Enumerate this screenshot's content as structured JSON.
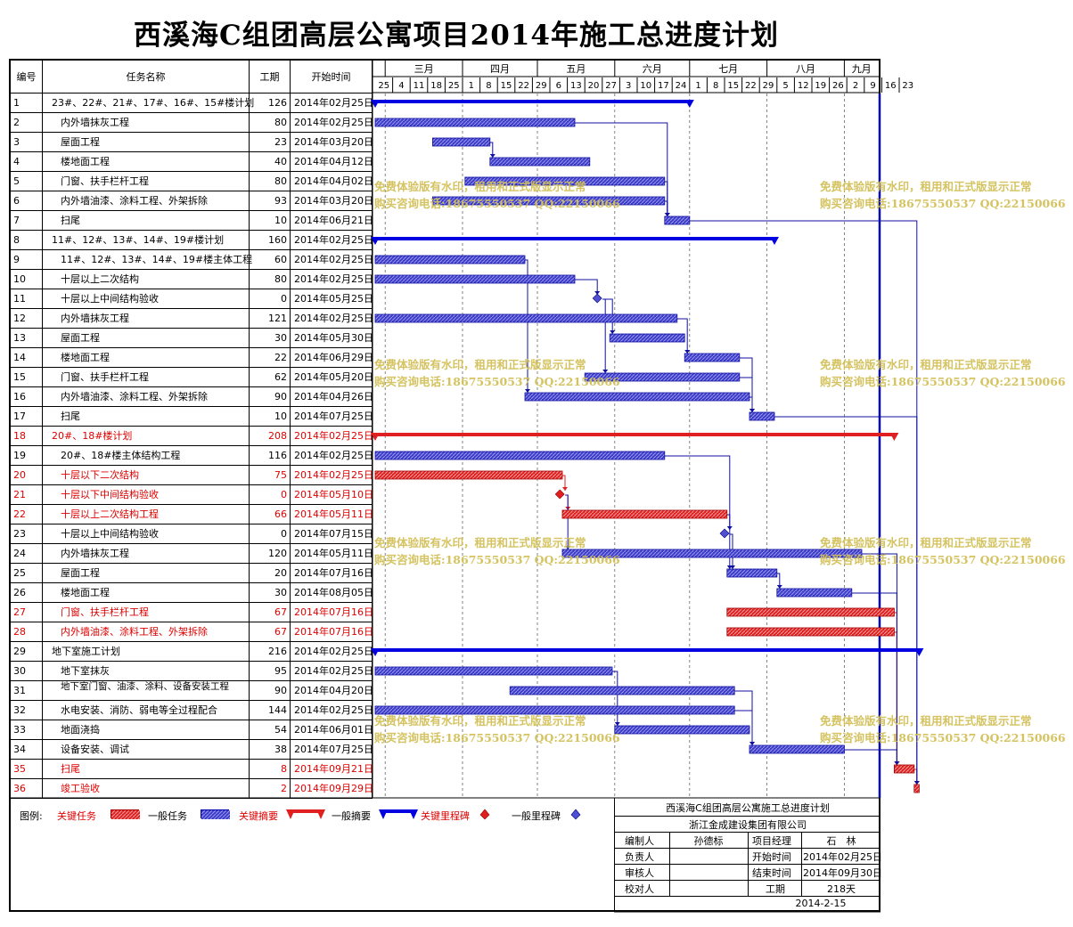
{
  "title": "西溪海C组团高层公寓项目2014年施工总进度计划",
  "header": {
    "id": "编号",
    "name": "任务名称",
    "duration": "工期",
    "start": "开始时间"
  },
  "months": [
    "三月",
    "四月",
    "五月",
    "六月",
    "七月",
    "八月",
    "九月"
  ],
  "days": [
    "25",
    "4",
    "11",
    "18",
    "25",
    "1",
    "8",
    "15",
    "22",
    "29",
    "6",
    "13",
    "20",
    "27",
    "3",
    "10",
    "17",
    "24",
    "1",
    "8",
    "15",
    "22",
    "29",
    "5",
    "12",
    "19",
    "26",
    "2",
    "9",
    "16",
    "23"
  ],
  "rows": [
    {
      "id": "1",
      "name": "23#、22#、21#、17#、16#、15#楼计划",
      "duration": "126",
      "start": "2014年02月25日",
      "indent": 0,
      "red": false
    },
    {
      "id": "2",
      "name": "内外墙抹灰工程",
      "duration": "80",
      "start": "2014年02月25日",
      "indent": 1,
      "red": false
    },
    {
      "id": "3",
      "name": "屋面工程",
      "duration": "23",
      "start": "2014年03月20日",
      "indent": 1,
      "red": false
    },
    {
      "id": "4",
      "name": "楼地面工程",
      "duration": "40",
      "start": "2014年04月12日",
      "indent": 1,
      "red": false
    },
    {
      "id": "5",
      "name": "门窗、扶手栏杆工程",
      "duration": "80",
      "start": "2014年04月02日",
      "indent": 1,
      "red": false
    },
    {
      "id": "6",
      "name": "内外墙油漆、涂料工程、外架拆除",
      "duration": "93",
      "start": "2014年03月20日",
      "indent": 1,
      "red": false
    },
    {
      "id": "7",
      "name": "扫尾",
      "duration": "10",
      "start": "2014年06月21日",
      "indent": 1,
      "red": false
    },
    {
      "id": "8",
      "name": "11#、12#、13#、14#、19#楼计划",
      "duration": "160",
      "start": "2014年02月25日",
      "indent": 0,
      "red": false
    },
    {
      "id": "9",
      "name": "11#、12#、13#、14#、19#楼主体工程",
      "duration": "60",
      "start": "2014年02月25日",
      "indent": 1,
      "red": false
    },
    {
      "id": "10",
      "name": "十层以上二次结构",
      "duration": "80",
      "start": "2014年02月25日",
      "indent": 1,
      "red": false
    },
    {
      "id": "11",
      "name": "十层以上中间结构验收",
      "duration": "0",
      "start": "2014年05月25日",
      "indent": 1,
      "red": false
    },
    {
      "id": "12",
      "name": "内外墙抹灰工程",
      "duration": "121",
      "start": "2014年02月25日",
      "indent": 1,
      "red": false
    },
    {
      "id": "13",
      "name": "屋面工程",
      "duration": "30",
      "start": "2014年05月30日",
      "indent": 1,
      "red": false
    },
    {
      "id": "14",
      "name": "楼地面工程",
      "duration": "22",
      "start": "2014年06月29日",
      "indent": 1,
      "red": false
    },
    {
      "id": "15",
      "name": "门窗、扶手栏杆工程",
      "duration": "62",
      "start": "2014年05月20日",
      "indent": 1,
      "red": false
    },
    {
      "id": "16",
      "name": "内外墙油漆、涂料工程、外架拆除",
      "duration": "90",
      "start": "2014年04月26日",
      "indent": 1,
      "red": false
    },
    {
      "id": "17",
      "name": "扫尾",
      "duration": "10",
      "start": "2014年07月25日",
      "indent": 1,
      "red": false
    },
    {
      "id": "18",
      "name": "20#、18#楼计划",
      "duration": "208",
      "start": "2014年02月25日",
      "indent": 0,
      "red": true
    },
    {
      "id": "19",
      "name": "20#、18#楼主体结构工程",
      "duration": "116",
      "start": "2014年02月25日",
      "indent": 1,
      "red": false
    },
    {
      "id": "20",
      "name": "十层以下二次结构",
      "duration": "75",
      "start": "2014年02月25日",
      "indent": 1,
      "red": true
    },
    {
      "id": "21",
      "name": "十层以下中间结构验收",
      "duration": "0",
      "start": "2014年05月10日",
      "indent": 1,
      "red": true
    },
    {
      "id": "22",
      "name": "十层以上二次结构工程",
      "duration": "66",
      "start": "2014年05月11日",
      "indent": 1,
      "red": true
    },
    {
      "id": "23",
      "name": "十层以上中间结构验收",
      "duration": "0",
      "start": "2014年07月15日",
      "indent": 1,
      "red": false
    },
    {
      "id": "24",
      "name": "内外墙抹灰工程",
      "duration": "120",
      "start": "2014年05月11日",
      "indent": 1,
      "red": false
    },
    {
      "id": "25",
      "name": "屋面工程",
      "duration": "20",
      "start": "2014年07月16日",
      "indent": 1,
      "red": false
    },
    {
      "id": "26",
      "name": "楼地面工程",
      "duration": "30",
      "start": "2014年08月05日",
      "indent": 1,
      "red": false
    },
    {
      "id": "27",
      "name": "门窗、扶手栏杆工程",
      "duration": "67",
      "start": "2014年07月16日",
      "indent": 1,
      "red": true
    },
    {
      "id": "28",
      "name": "内外墙油漆、涂料工程、外架拆除",
      "duration": "67",
      "start": "2014年07月16日",
      "indent": 1,
      "red": true
    },
    {
      "id": "29",
      "name": "地下室施工计划",
      "duration": "216",
      "start": "2014年02月25日",
      "indent": 0,
      "red": false
    },
    {
      "id": "30",
      "name": "地下室抹灰",
      "duration": "95",
      "start": "2014年02月25日",
      "indent": 1,
      "red": false
    },
    {
      "id": "31",
      "name": "地下室门窗、油漆、涂料、设备安装工程",
      "duration": "90",
      "start": "2014年04月20日",
      "indent": 1,
      "red": false,
      "twoLine": true
    },
    {
      "id": "32",
      "name": "水电安装、消防、弱电等全过程配合",
      "duration": "144",
      "start": "2014年02月25日",
      "indent": 1,
      "red": false
    },
    {
      "id": "33",
      "name": "地面浇捣",
      "duration": "54",
      "start": "2014年06月01日",
      "indent": 1,
      "red": false
    },
    {
      "id": "34",
      "name": "设备安装、调试",
      "duration": "38",
      "start": "2014年07月25日",
      "indent": 1,
      "red": false
    },
    {
      "id": "35",
      "name": "扫尾",
      "duration": "8",
      "start": "2014年09月21日",
      "indent": 1,
      "red": true
    },
    {
      "id": "36",
      "name": "竣工验收",
      "duration": "2",
      "start": "2014年09月29日",
      "indent": 1,
      "red": true
    }
  ],
  "legend": {
    "label": "图例:",
    "key_task": "关键任务",
    "normal_task": "一般任务",
    "key_summary": "关键摘要",
    "normal_summary": "一般摘要",
    "key_milestone": "关键里程碑",
    "normal_milestone": "一般里程碑"
  },
  "info": {
    "title": "西溪海C组团高层公寓施工总进度计划",
    "company": "浙江金成建设集团有限公司",
    "editor_label": "编制人",
    "editor": "孙德标",
    "pm_label": "项目经理",
    "pm": "石　林",
    "owner_label": "负责人",
    "start_label": "开始时间",
    "start": "2014年02月25日",
    "reviewer_label": "审核人",
    "end_label": "结束时间",
    "end": "2014年09月30日",
    "checker_label": "校对人",
    "duration_label": "工期",
    "duration": "218天",
    "date": "2014-2-15"
  },
  "watermark": {
    "line1": "免费体验版有水印，租用和正式版显示正常",
    "line2": "购买咨询电话:18675550537 QQ:22150066"
  },
  "colors": {
    "normal": "#3c3cc8",
    "critical": "#e02020",
    "summary": "#0000e0",
    "watermark": "#d2c058"
  },
  "chart_data": {
    "type": "gantt",
    "time_axis": {
      "start": "2014-02-25",
      "end": "2014-09-30"
    },
    "tasks": [
      {
        "id": 1,
        "start": "2014-02-25",
        "end": "2014-06-30",
        "kind": "summary"
      },
      {
        "id": 2,
        "start": "2014-02-25",
        "end": "2014-05-15",
        "kind": "task"
      },
      {
        "id": 3,
        "start": "2014-03-20",
        "end": "2014-04-11",
        "kind": "task"
      },
      {
        "id": 4,
        "start": "2014-04-12",
        "end": "2014-05-21",
        "kind": "task"
      },
      {
        "id": 5,
        "start": "2014-04-02",
        "end": "2014-06-20",
        "kind": "task"
      },
      {
        "id": 6,
        "start": "2014-03-20",
        "end": "2014-06-20",
        "kind": "task"
      },
      {
        "id": 7,
        "start": "2014-06-21",
        "end": "2014-06-30",
        "kind": "task"
      },
      {
        "id": 8,
        "start": "2014-02-25",
        "end": "2014-08-03",
        "kind": "summary"
      },
      {
        "id": 9,
        "start": "2014-02-25",
        "end": "2014-04-25",
        "kind": "task"
      },
      {
        "id": 10,
        "start": "2014-02-25",
        "end": "2014-05-15",
        "kind": "task"
      },
      {
        "id": 11,
        "start": "2014-05-25",
        "end": "2014-05-25",
        "kind": "milestone"
      },
      {
        "id": 12,
        "start": "2014-02-25",
        "end": "2014-06-25",
        "kind": "task"
      },
      {
        "id": 13,
        "start": "2014-05-30",
        "end": "2014-06-28",
        "kind": "task"
      },
      {
        "id": 14,
        "start": "2014-06-29",
        "end": "2014-07-20",
        "kind": "task"
      },
      {
        "id": 15,
        "start": "2014-05-20",
        "end": "2014-07-20",
        "kind": "task"
      },
      {
        "id": 16,
        "start": "2014-04-26",
        "end": "2014-07-24",
        "kind": "task"
      },
      {
        "id": 17,
        "start": "2014-07-25",
        "end": "2014-08-03",
        "kind": "task"
      },
      {
        "id": 18,
        "start": "2014-02-25",
        "end": "2014-09-20",
        "kind": "summary",
        "critical": true
      },
      {
        "id": 19,
        "start": "2014-02-25",
        "end": "2014-06-20",
        "kind": "task"
      },
      {
        "id": 20,
        "start": "2014-02-25",
        "end": "2014-05-10",
        "kind": "task",
        "critical": true
      },
      {
        "id": 21,
        "start": "2014-05-10",
        "end": "2014-05-10",
        "kind": "milestone",
        "critical": true
      },
      {
        "id": 22,
        "start": "2014-05-11",
        "end": "2014-07-15",
        "kind": "task",
        "critical": true
      },
      {
        "id": 23,
        "start": "2014-07-15",
        "end": "2014-07-15",
        "kind": "milestone"
      },
      {
        "id": 24,
        "start": "2014-05-11",
        "end": "2014-09-07",
        "kind": "task"
      },
      {
        "id": 25,
        "start": "2014-07-16",
        "end": "2014-08-04",
        "kind": "task"
      },
      {
        "id": 26,
        "start": "2014-08-05",
        "end": "2014-09-03",
        "kind": "task"
      },
      {
        "id": 27,
        "start": "2014-07-16",
        "end": "2014-09-20",
        "kind": "task",
        "critical": true
      },
      {
        "id": 28,
        "start": "2014-07-16",
        "end": "2014-09-20",
        "kind": "task",
        "critical": true
      },
      {
        "id": 29,
        "start": "2014-02-25",
        "end": "2014-09-30",
        "kind": "summary"
      },
      {
        "id": 30,
        "start": "2014-02-25",
        "end": "2014-05-30",
        "kind": "task"
      },
      {
        "id": 31,
        "start": "2014-04-20",
        "end": "2014-07-18",
        "kind": "task"
      },
      {
        "id": 32,
        "start": "2014-02-25",
        "end": "2014-07-18",
        "kind": "task"
      },
      {
        "id": 33,
        "start": "2014-06-01",
        "end": "2014-07-24",
        "kind": "task"
      },
      {
        "id": 34,
        "start": "2014-07-25",
        "end": "2014-08-31",
        "kind": "task"
      },
      {
        "id": 35,
        "start": "2014-09-21",
        "end": "2014-09-28",
        "kind": "task",
        "critical": true
      },
      {
        "id": 36,
        "start": "2014-09-29",
        "end": "2014-09-30",
        "kind": "task",
        "critical": true
      }
    ],
    "links": [
      [
        2,
        7
      ],
      [
        3,
        4
      ],
      [
        5,
        7
      ],
      [
        6,
        7
      ],
      [
        9,
        16
      ],
      [
        10,
        11
      ],
      [
        11,
        13
      ],
      [
        11,
        15
      ],
      [
        12,
        14
      ],
      [
        14,
        17
      ],
      [
        15,
        17
      ],
      [
        16,
        17
      ],
      [
        19,
        25
      ],
      [
        20,
        21
      ],
      [
        21,
        22
      ],
      [
        21,
        24
      ],
      [
        22,
        23
      ],
      [
        23,
        25
      ],
      [
        25,
        26
      ],
      [
        26,
        35
      ],
      [
        27,
        35
      ],
      [
        28,
        35
      ],
      [
        30,
        33
      ],
      [
        31,
        34
      ],
      [
        32,
        34
      ],
      [
        34,
        35
      ],
      [
        35,
        36
      ],
      [
        7,
        36
      ],
      [
        17,
        36
      ],
      [
        24,
        35
      ]
    ]
  }
}
